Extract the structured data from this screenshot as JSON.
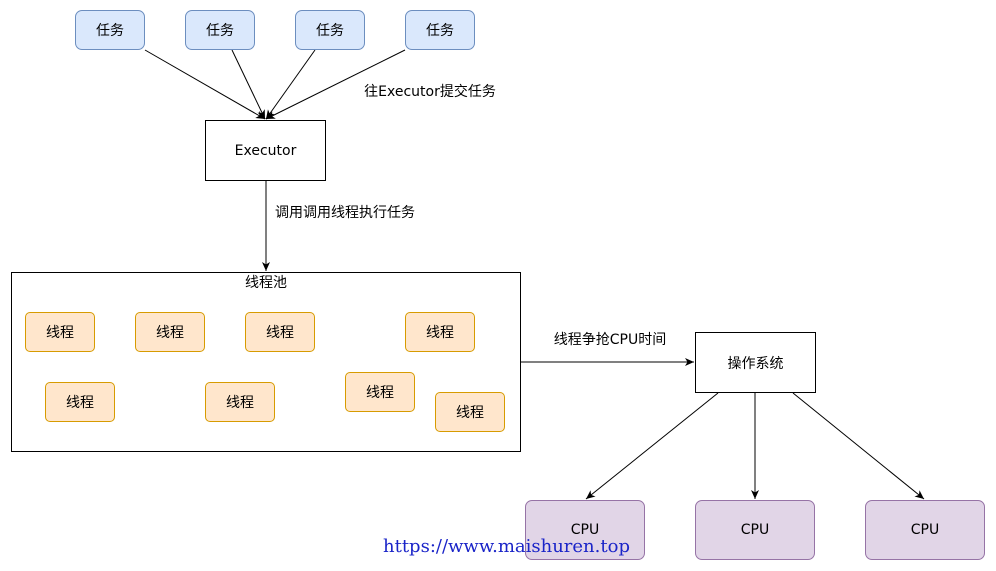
{
  "tasks": [
    "任务",
    "任务",
    "任务",
    "任务"
  ],
  "executor": {
    "label": "Executor"
  },
  "submit_label": "往Executor提交任务",
  "invoke_label": "调用调用线程执行任务",
  "pool": {
    "title": "线程池",
    "threads": [
      "线程",
      "线程",
      "线程",
      "线程",
      "线程",
      "线程",
      "线程",
      "线程"
    ]
  },
  "compete_label": "线程争抢CPU时间",
  "os": {
    "label": "操作系统"
  },
  "cpus": [
    "CPU",
    "CPU",
    "CPU"
  ],
  "watermark": "https://www.maishuren.top",
  "colors": {
    "task_fill": "#dae8fc",
    "task_stroke": "#6c8ebf",
    "thread_fill": "#ffe6cc",
    "thread_stroke": "#d79b00",
    "cpu_fill": "#e1d5e7",
    "cpu_stroke": "#9673a6",
    "watermark": "#1a24c8"
  }
}
